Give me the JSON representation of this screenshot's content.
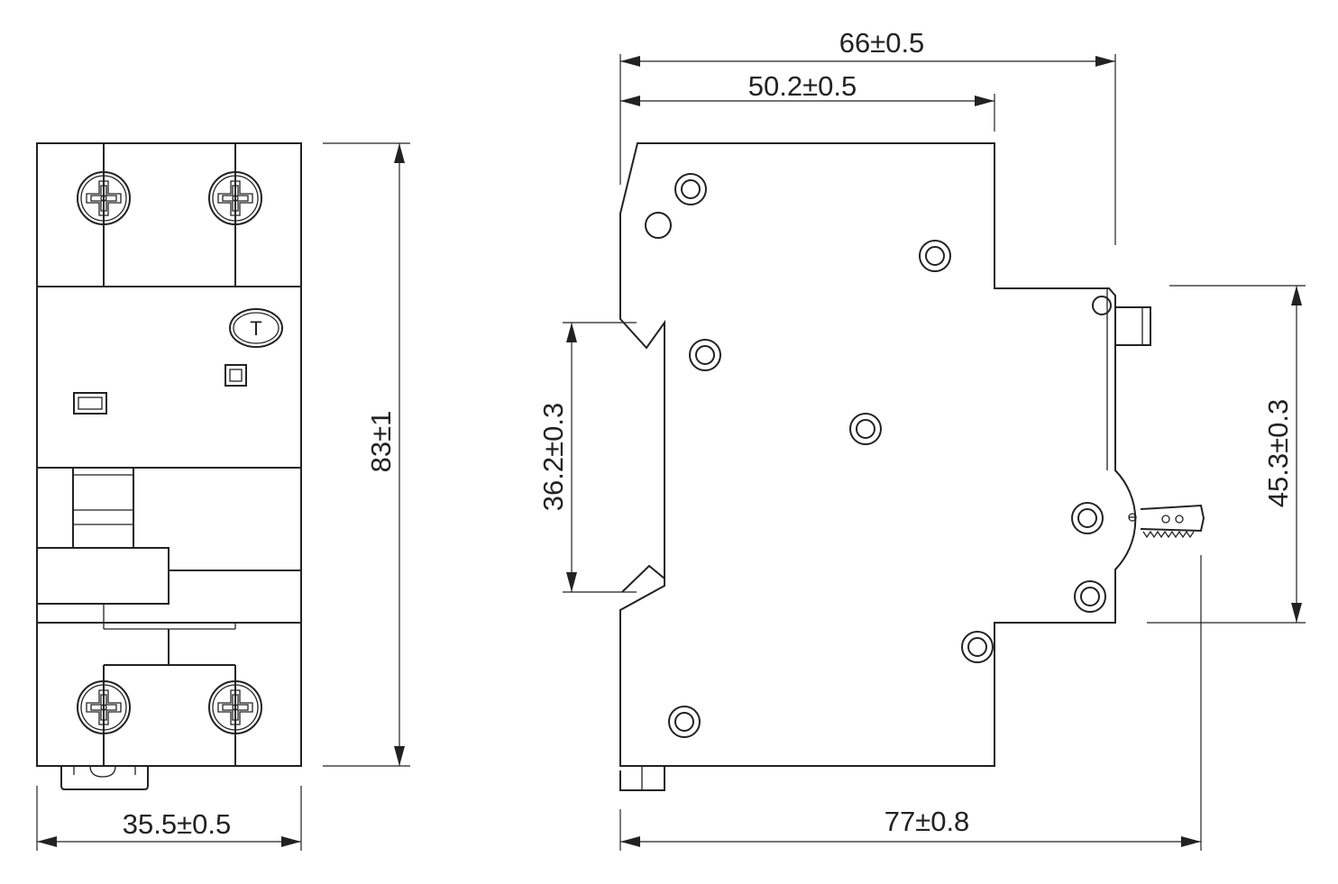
{
  "front_view": {
    "test_button_label": "T",
    "height_dim": "83±1",
    "width_dim": "35.5±0.5"
  },
  "side_view": {
    "depth_total_dim": "66±0.5",
    "depth_body_dim": "50.2±0.5",
    "din_rail_dim": "36.2±0.3",
    "front_face_dim": "45.3±0.3",
    "overall_depth_dim": "77±0.8"
  }
}
